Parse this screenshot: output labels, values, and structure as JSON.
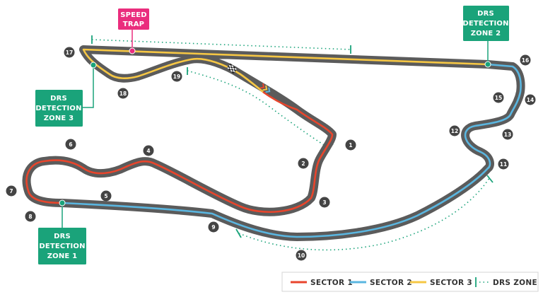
{
  "colors": {
    "track": "#5b5b5b",
    "sector1": "#e8452c",
    "sector2": "#5ab6e0",
    "sector3": "#f6c744",
    "drs": "#1aa37a",
    "speed_trap": "#ea2d7d",
    "turn_badge": "#444444"
  },
  "turns": [
    "1",
    "2",
    "3",
    "4",
    "5",
    "6",
    "7",
    "8",
    "9",
    "10",
    "11",
    "12",
    "13",
    "14",
    "15",
    "16",
    "17",
    "18",
    "19"
  ],
  "tags": {
    "speed_trap": [
      "SPEED",
      "TRAP"
    ],
    "drs_zone_1": [
      "DRS",
      "DETECTION",
      "ZONE 1"
    ],
    "drs_zone_2": [
      "DRS",
      "DETECTION",
      "ZONE 2"
    ],
    "drs_zone_3": [
      "DRS",
      "DETECTION",
      "ZONE 3"
    ]
  },
  "legend": {
    "sector1": "SECTOR 1",
    "sector2": "SECTOR 2",
    "sector3": "SECTOR 3",
    "drs_zone": "DRS ZONE"
  },
  "icons": [
    "checkered-flag-icon",
    "direction-chevrons-icon"
  ]
}
